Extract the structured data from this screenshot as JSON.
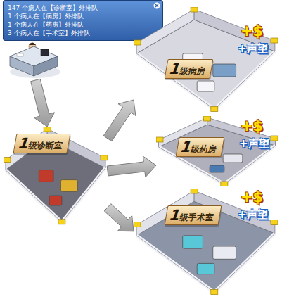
{
  "diagram": {
    "nodes": [
      {
        "text": [
          "147 个病人在【诊断室】外排队",
          "1 个病人在【病房】外排队",
          "1 个病人在【药房】外排队",
          "3 个病人在【手术室】外排队"
        ]
      },
      {
        "text": [
          "1级诊断室"
        ]
      },
      {
        "text": [
          "1级病房",
          "+$",
          "+声望"
        ]
      },
      {
        "text": [
          "1级药房",
          "+$",
          "+声望"
        ]
      },
      {
        "text": [
          "1级手术室",
          "+$",
          "+声望"
        ]
      }
    ],
    "edges": [
      {
        "from": 0,
        "to": 1,
        "arrow": "to"
      },
      {
        "from": 1,
        "to": 2,
        "arrow": "to"
      },
      {
        "from": 1,
        "to": 3,
        "arrow": "to"
      },
      {
        "from": 1,
        "to": 4,
        "arrow": "to"
      }
    ]
  }
}
